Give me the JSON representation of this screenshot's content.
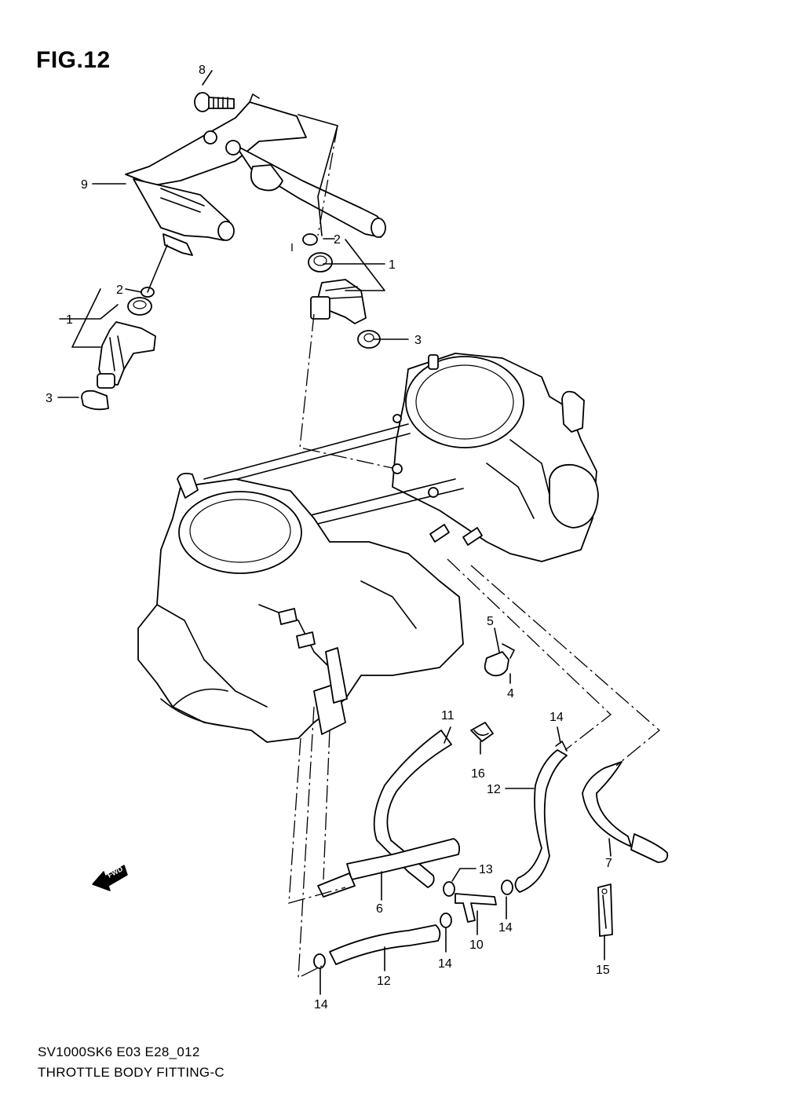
{
  "figure": {
    "title": "FIG.12",
    "model_code": "SV1000SK6 E03 E28_012",
    "name": "THROTTLE BODY FITTING-C"
  },
  "direction_marker": {
    "label": "FWD",
    "icon": "fwd-arrow-icon"
  },
  "callouts": {
    "c8": "8",
    "c9": "9",
    "c2a": "2",
    "c1a": "1",
    "c3a": "3",
    "c2b": "2",
    "c1b": "1",
    "c3b": "3",
    "c5": "5",
    "c4": "4",
    "c11": "11",
    "c16": "16",
    "c14a": "14",
    "c12a": "12",
    "c7": "7",
    "c13": "13",
    "c6": "6",
    "c10": "10",
    "c14b": "14",
    "c14c": "14",
    "c15": "15",
    "c12b": "12",
    "c14d": "14"
  }
}
